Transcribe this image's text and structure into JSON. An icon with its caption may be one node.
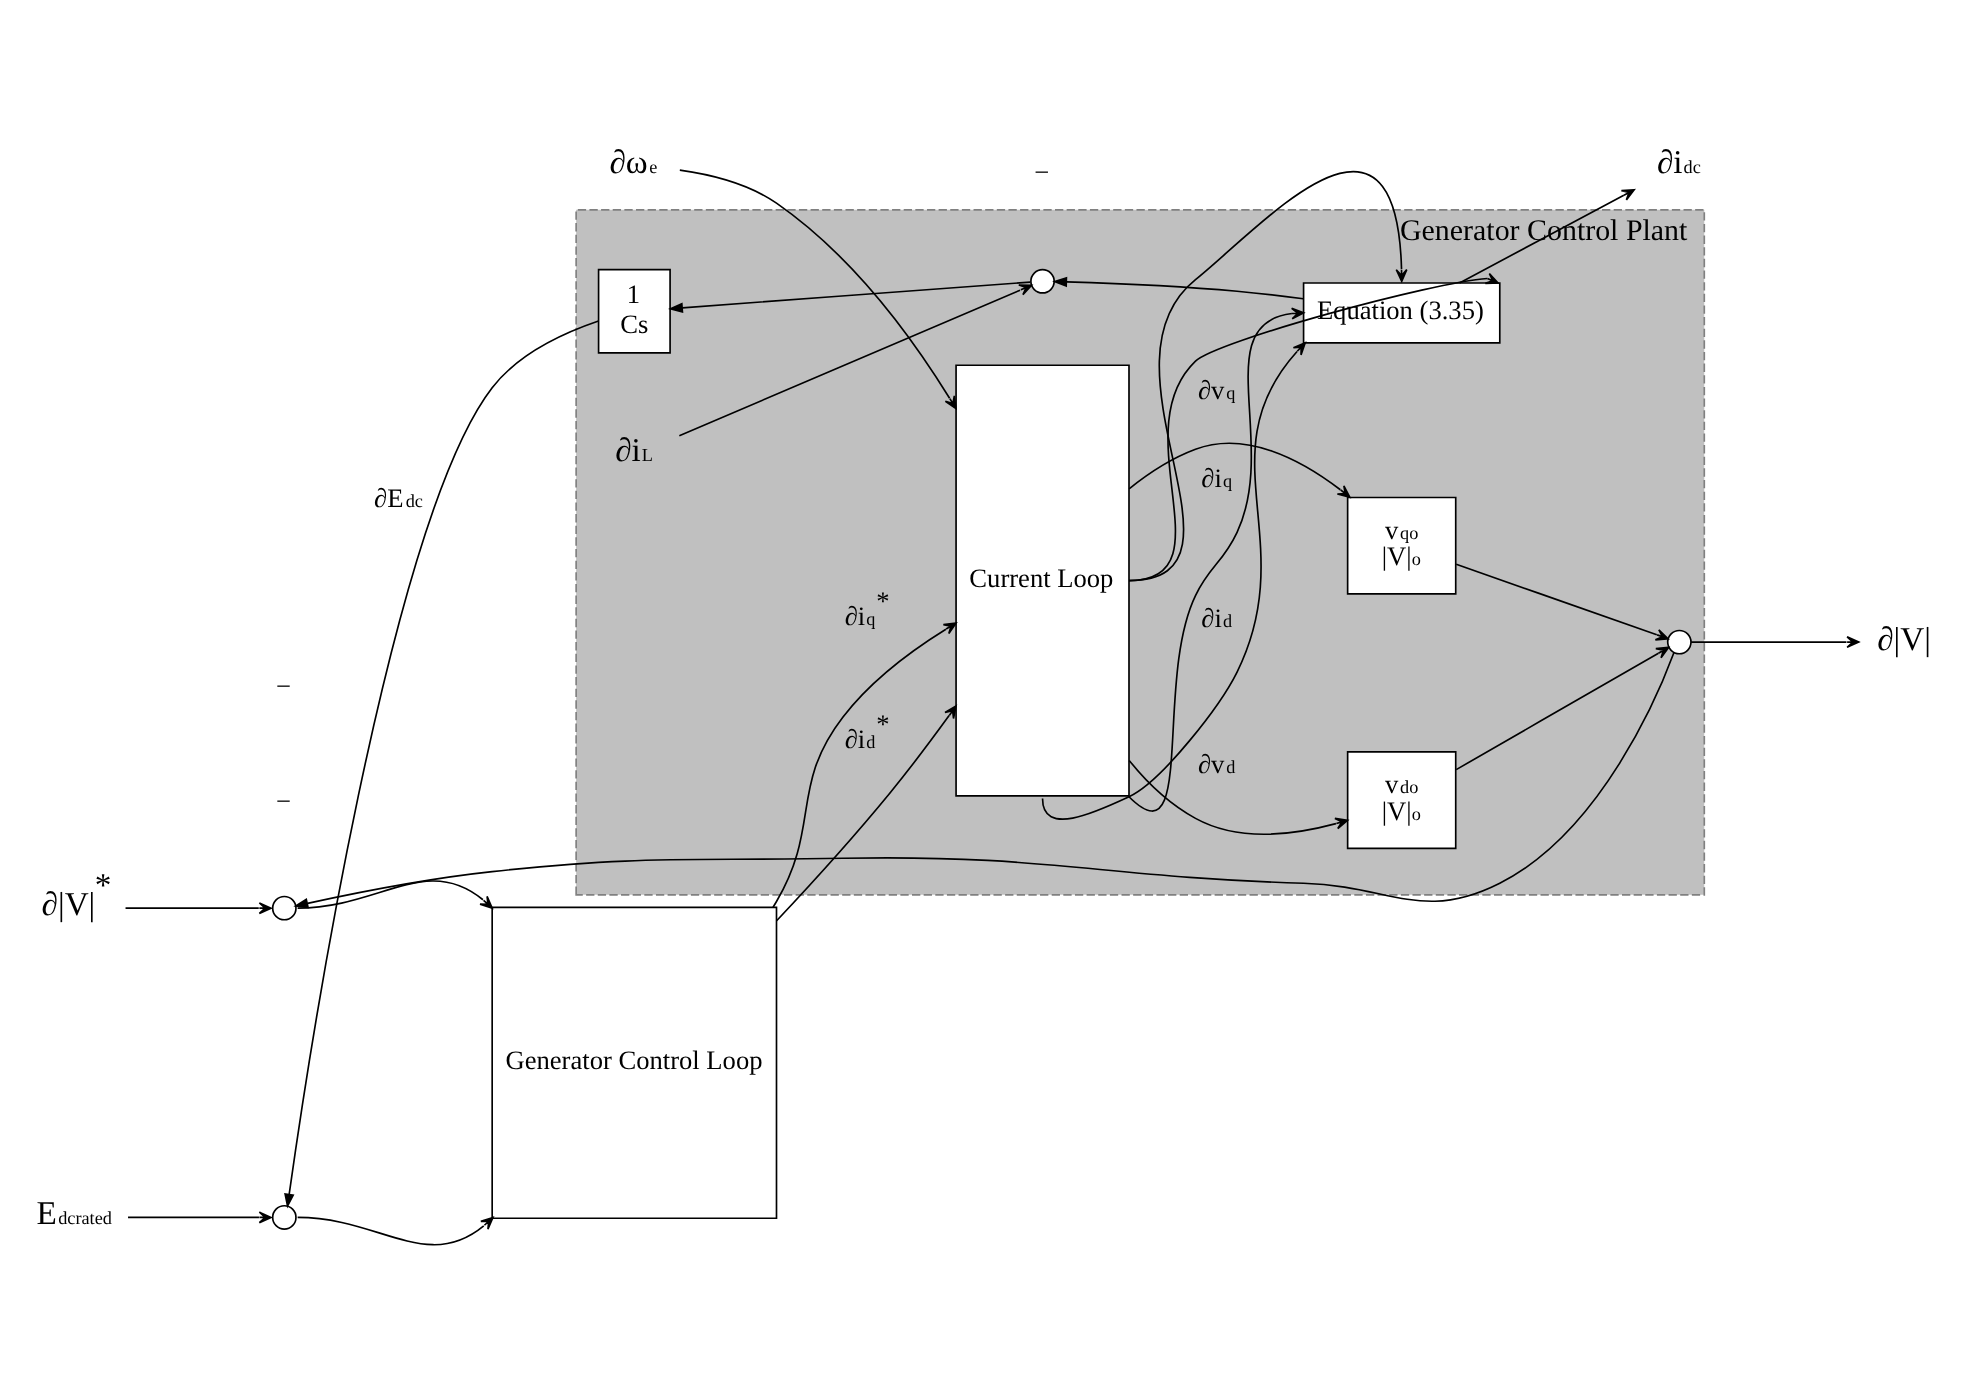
{
  "diagram": {
    "nodes": [
      {
        "text": [
          "Generator Control Plant"
        ]
      },
      {
        "text": [
          "∂|V|$^{*}$"
        ]
      },
      {
        "text": [],
        "shape": "circle"
      },
      {
        "text": [
          "Generator Control Loop"
        ]
      },
      {
        "text": [
          "Current Loop"
        ],
        "in": 0
      },
      {
        "text": [
          "v$_{do}$",
          "|V|$_{o}$"
        ],
        "in": 0
      },
      {
        "text": [
          "∂ω$_{e}$"
        ]
      },
      {
        "text": [],
        "shape": "circle",
        "in": 0
      },
      {
        "text": [
          "∂|V|"
        ]
      },
      {
        "text": [
          "E$_{dcrated}$"
        ]
      },
      {
        "text": [],
        "shape": "circle"
      },
      {
        "text": [
          "v$_{qo}$",
          "|V|$_{o}$"
        ],
        "in": 0
      },
      {
        "text": [
          "Equation (3.35)"
        ],
        "in": 0
      },
      {
        "text": [
          "∂i$_{dc}$"
        ]
      },
      {
        "text": [
          "1",
          "Cs"
        ],
        "in": 0
      },
      {
        "text": [],
        "shape": "circle",
        "in": 0
      },
      {
        "text": [
          "∂i$_{L}$"
        ],
        "in": 0
      }
    ],
    "edges": [
      {
        "from": 1,
        "to": 2,
        "arrow": "to"
      },
      {
        "from": 2,
        "to": 3,
        "arrow": "to"
      },
      {
        "from": 9,
        "to": 10,
        "arrow": "to"
      },
      {
        "from": 10,
        "to": 3,
        "arrow": "to"
      },
      {
        "from": 3,
        "to": 4,
        "arrow": "to",
        "label": "∂i$_{d}$$^{*}$"
      },
      {
        "from": 3,
        "to": 4,
        "arrow": "to",
        "label": "∂i$_{q}$$^{*}$"
      },
      {
        "from": 6,
        "to": 4,
        "arrow": "to"
      },
      {
        "from": 4,
        "to": 5,
        "arrow": "to",
        "label": "∂v$_{d}$"
      },
      {
        "from": 4,
        "to": 11,
        "arrow": "to",
        "label": "∂v$_{q}$"
      },
      {
        "from": 5,
        "to": 7,
        "arrow": "to"
      },
      {
        "from": 11,
        "to": 7,
        "arrow": "to"
      },
      {
        "from": 7,
        "to": 8,
        "arrow": "to"
      },
      {
        "from": 7,
        "to": 2,
        "arrow": "to"
      },
      {
        "from": 4,
        "to": 12,
        "arrow": "to",
        "label": "∂i$_{d}$"
      },
      {
        "from": 4,
        "to": 12,
        "arrow": "to",
        "label": "∂i$_{q}$"
      },
      {
        "from": 4,
        "to": 12,
        "arrow": "to"
      },
      {
        "from": 4,
        "to": 12,
        "arrow": "to"
      },
      {
        "from": 12,
        "to": 13,
        "arrow": "to"
      },
      {
        "from": 12,
        "to": 15,
        "arrow": "to"
      },
      {
        "from": 16,
        "to": 15,
        "arrow": "to"
      },
      {
        "from": 15,
        "to": 14,
        "arrow": "to"
      },
      {
        "from": 14,
        "to": 10,
        "arrow": "to",
        "label": "∂E$_{dc}$"
      }
    ],
    "labels": [
      "−",
      "−",
      "−"
    ]
  }
}
